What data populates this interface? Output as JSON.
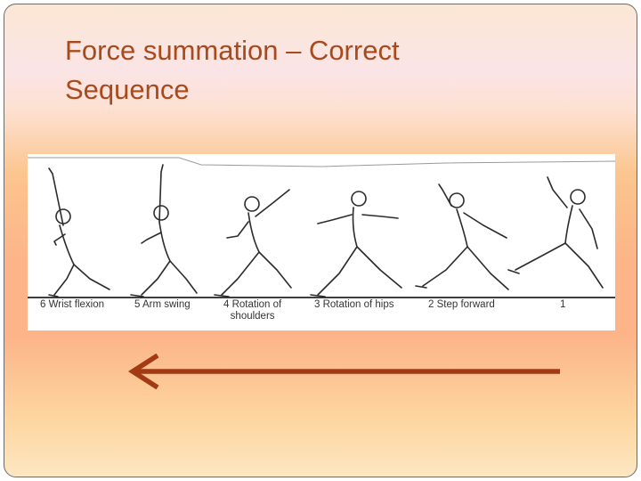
{
  "slide": {
    "title_line1": "Force summation – Correct",
    "title_line2": "Sequence"
  },
  "figure": {
    "stages": [
      {
        "label": "6 Wrist flexion"
      },
      {
        "label": "5 Arm swing"
      },
      {
        "label_line1": "4 Rotation of",
        "label_line2": "shoulders"
      },
      {
        "label": "3 Rotation of hips"
      },
      {
        "label": "2 Step forward"
      },
      {
        "label": "1"
      }
    ]
  },
  "colors": {
    "title": "#a84a1b",
    "arrow": "#a33a14"
  },
  "arrow": {
    "direction": "left"
  }
}
